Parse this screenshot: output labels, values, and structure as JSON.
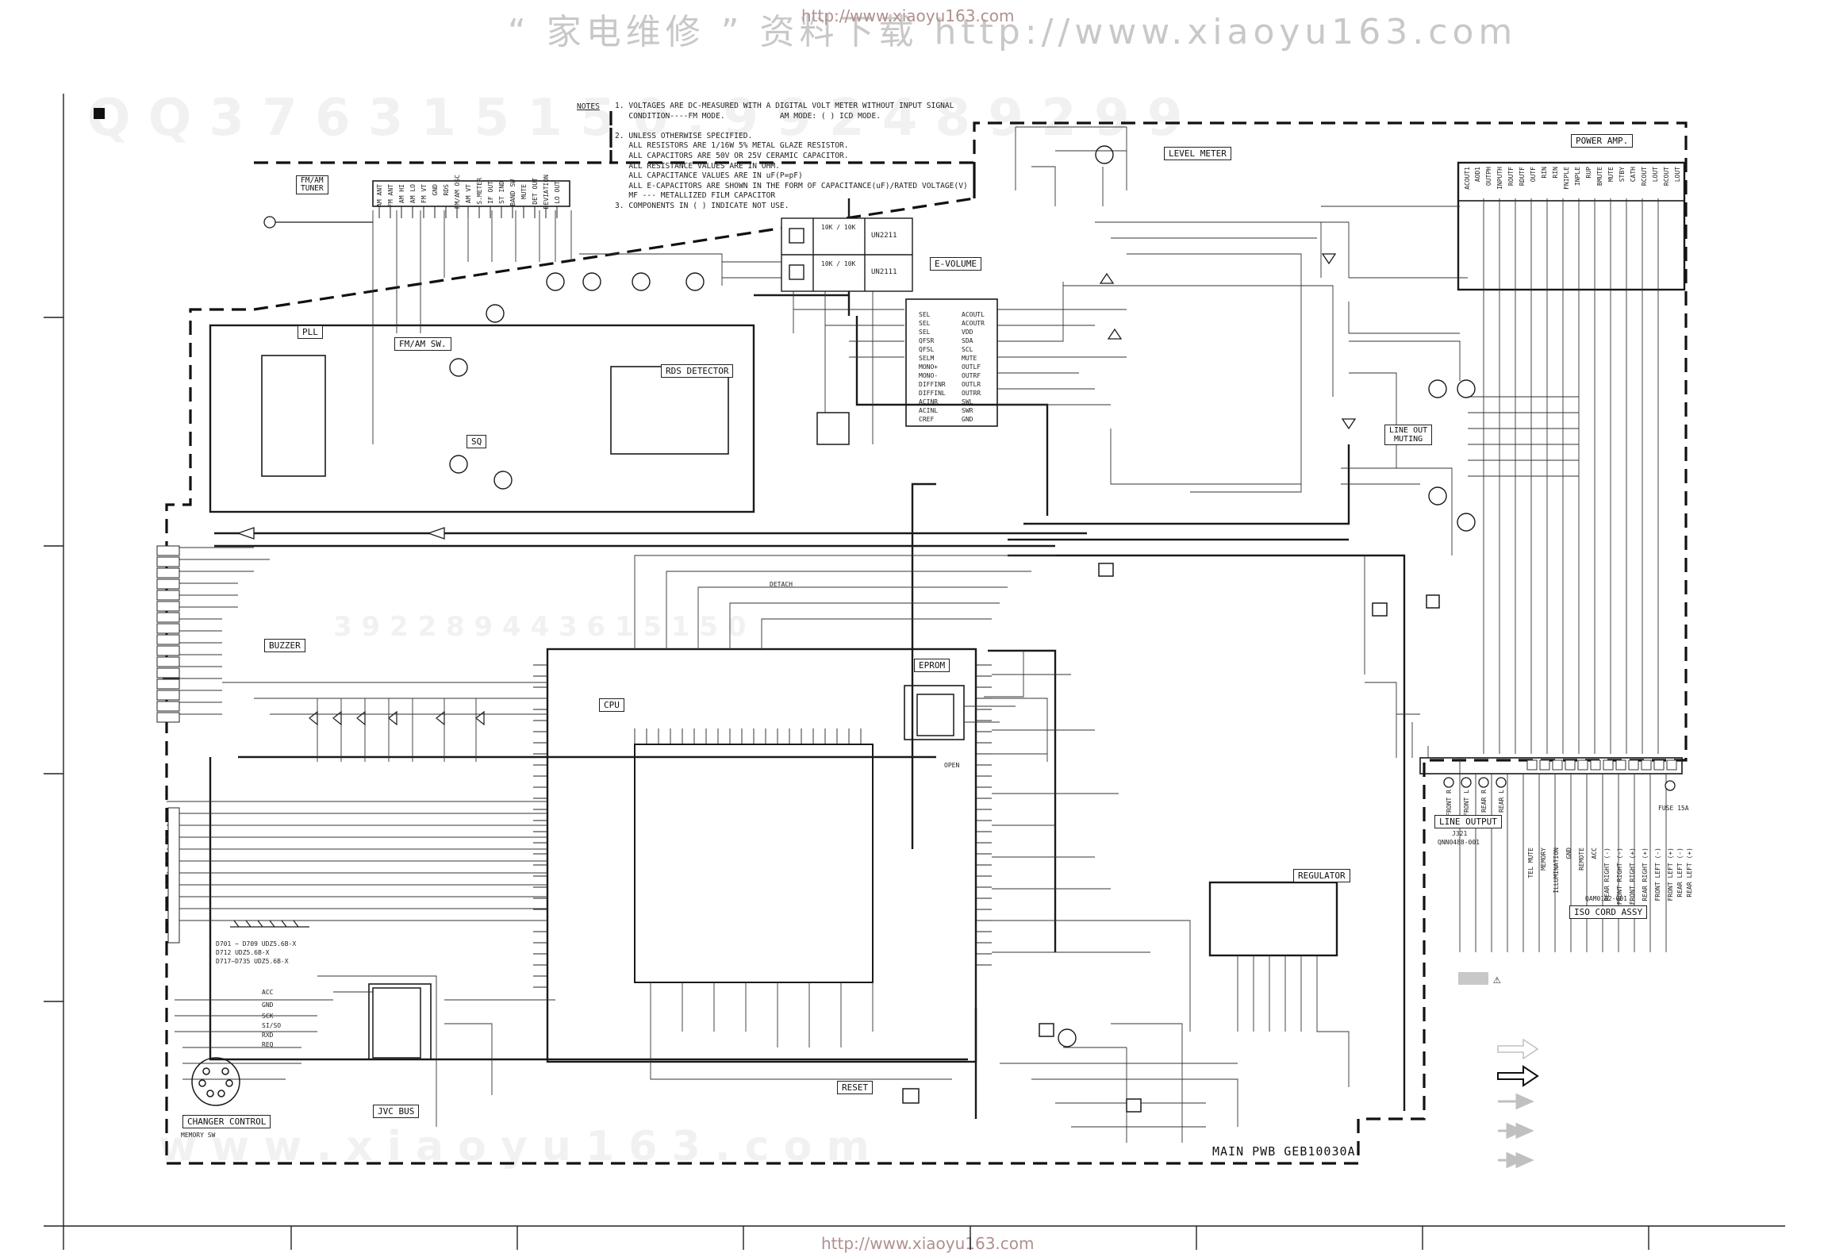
{
  "watermark": {
    "top_text": "“ 家电维修 ” 资料下载  http://www.xiaoyu163.com",
    "url": "http://www.xiaoyu163.com",
    "bottom_url": "http://www.xiaoyu163.com",
    "qq_text": "Q Q 3 7 6 3 1 5 1 5 0 . 9 9 2 4 8 9 2 9 9",
    "mid_text": "3 9 2 2 8 9 4 4 3 6 1 5 1 5 0",
    "bottom_text": "w w w . x i a o y u 1 6 3 . c o m"
  },
  "notes": {
    "header": "NOTES",
    "lines": "1. VOLTAGES ARE DC-MEASURED WITH A DIGITAL VOLT METER WITHOUT INPUT SIGNAL\n   CONDITION----FM MODE.            AM MODE: ( ) ICD MODE.\n\n2. UNLESS OTHERWISE SPECIFIED.\n   ALL RESISTORS ARE 1/16W 5% METAL GLAZE RESISTOR.\n   ALL CAPACITORS ARE 50V OR 25V CERAMIC CAPACITOR.\n   ALL RESISTANCE VALUES ARE IN OHM.\n   ALL CAPACITANCE VALUES ARE IN uF(P=pF)\n   ALL E-CAPACITORS ARE SHOWN IN THE FORM OF CAPACITANCE(uF)/RATED VOLTAGE(V)\n   MF --- METALLIZED FILM CAPACITOR\n3. COMPONENTS IN ( ) INDICATE NOT USE."
  },
  "blocks": {
    "fm_am_tuner": "FM/AM\nTUNER",
    "pll": "PLL",
    "fm_am_sw": "FM/AM  SW.",
    "rds_detector": "RDS DETECTOR",
    "sq": "SQ",
    "e_volume": "E-VOLUME",
    "level_meter": "LEVEL METER",
    "power_amp": "POWER AMP.",
    "line_out_muting": "LINE OUT\nMUTING",
    "buzzer": "BUZZER",
    "cpu": "CPU",
    "eprom": "EPROM",
    "reset": "RESET",
    "regulator": "REGULATOR",
    "line_output": "LINE OUTPUT",
    "iso_cord_assy": "ISO CORD ASSY",
    "changer_control": "CHANGER CONTROL",
    "jvc_bus": "JVC BUS",
    "main_pwb": "MAIN PWB GEB10030A"
  },
  "transistor_table": {
    "rows": [
      {
        "values": "10K / 10K",
        "part": "UN2211"
      },
      {
        "values": "10K / 10K",
        "part": "UN2111"
      }
    ]
  },
  "tuner_pins": [
    "AM ANT",
    "FM ANT",
    "AM HI",
    "AM LO",
    "FM VT",
    "GND",
    "RDS",
    "FM/AM OSC",
    "AM VT",
    "S.METER",
    "IF OUT",
    "ST IND",
    "BAND SW",
    "MUTE",
    "DET OUT",
    "DEVIATION",
    "LO OUT"
  ],
  "power_amp_pins": [
    "ACOUT1",
    "AOD1",
    "OUTPH",
    "INPUTH",
    "ROUTF",
    "RDUTF",
    "OUTF",
    "RIN",
    "RIN",
    "FNIPLE",
    "INPLE",
    "RUP",
    "BMUTE",
    "MUTE",
    "STBY",
    "CATH",
    "RCOUT",
    "LOUT",
    "RCOUT",
    "LOUT"
  ],
  "evolume_pins_left": [
    "SEL",
    "SEL",
    "SEL",
    "QFSR",
    "QFSL",
    "SELM",
    "MONO+",
    "MONO-",
    "DIFFINR",
    "DIFFINL",
    "ACINR",
    "ACINL",
    "CREF"
  ],
  "evolume_pins_right": [
    "ACOUTL",
    "ACOUTR",
    "VDD",
    "SDA",
    "SCL",
    "MUTE",
    "OUTLF",
    "OUTRF",
    "OUTLR",
    "OUTRR",
    "SWL",
    "SWR",
    "GND"
  ],
  "iso_pins": [
    "TEL MUTE",
    "MEMORY",
    "ILLUMINATION",
    "GND",
    "REMOTE",
    "ACC",
    "REAR RIGHT (-)",
    "FRONT RIGHT (-)",
    "FRONT RIGHT (+)",
    "REAR RIGHT (+)",
    "FRONT LEFT (-)",
    "FRONT LEFT (+)",
    "REAR LEFT (-)",
    "REAR LEFT (+)"
  ],
  "line_output_pins": [
    "FRONT R",
    "FRONT L",
    "REAR R",
    "REAR L"
  ],
  "parts": {
    "line_jack": "J321",
    "line_jack_code": "QNN0488-001",
    "iso_code": "QAM0182-001",
    "fuse": "FUSE 15A",
    "diode_note_1": "D701 ~ D709  UDZ5.6B-X",
    "diode_note_2": "D712  UDZ5.6B-X",
    "diode_note_3": "D717~D735  UDZ5.6B-X",
    "detach": "DETACH",
    "open": "OPEN",
    "memory_sw": "MEMORY SW"
  },
  "changer_pins": [
    "ACC",
    "GND",
    "SCK",
    "SI/SO",
    "RXD",
    "REQ"
  ],
  "legend": {
    "warning": "⚠"
  },
  "colors": {
    "ink": "#1a1a1a",
    "thin": "#333333",
    "dash": "#111111",
    "gray": "#cfcfcf",
    "arrow": "#bdbdbd"
  }
}
